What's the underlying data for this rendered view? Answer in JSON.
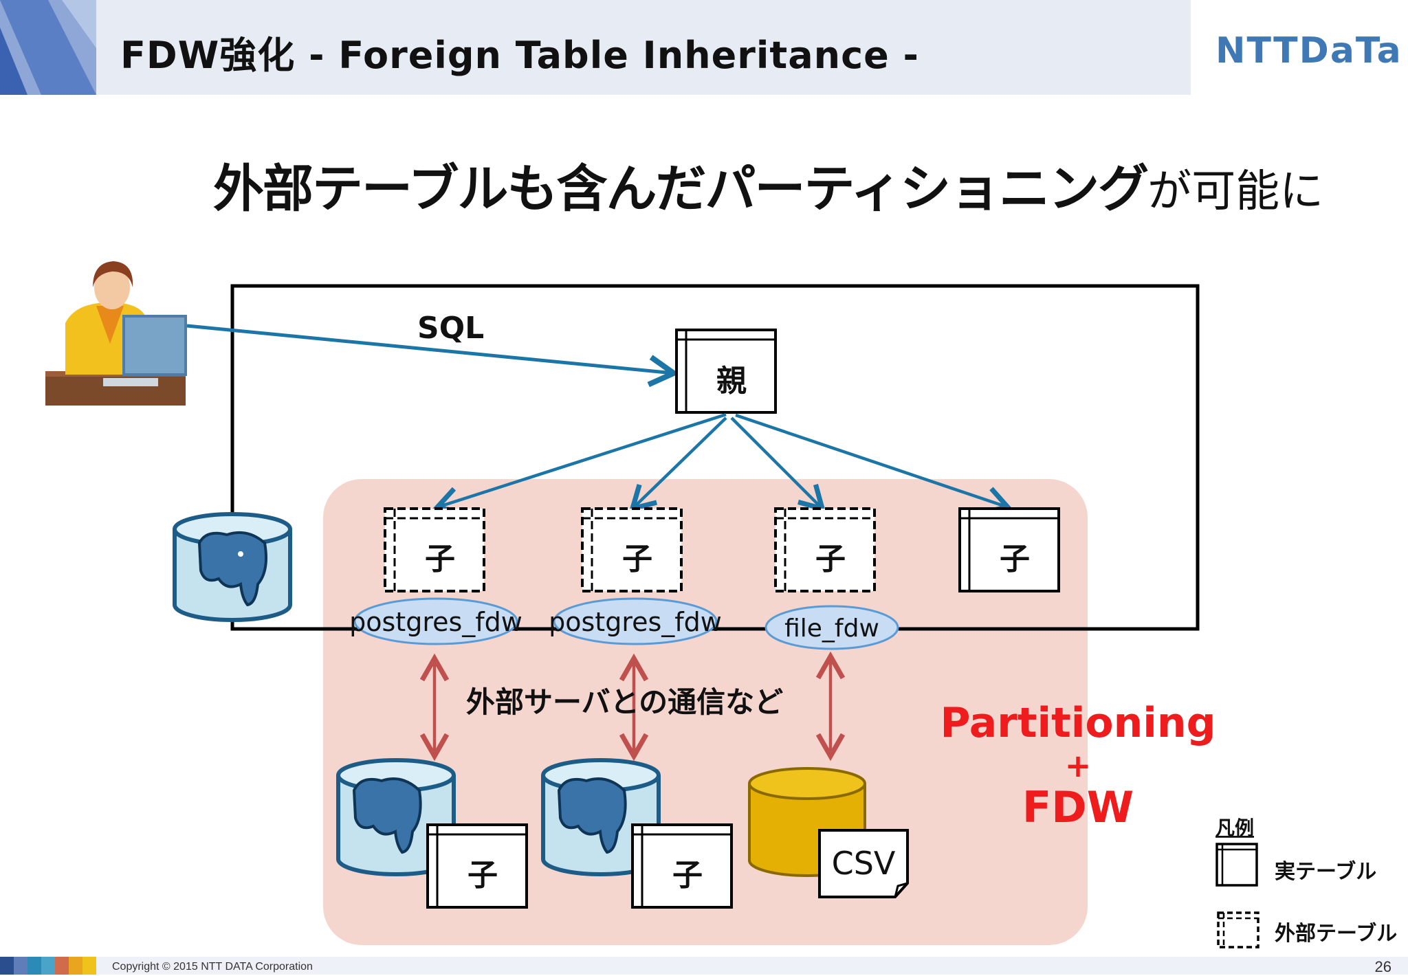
{
  "header": {
    "title": "FDW強化 - Foreign Table Inheritance -",
    "logo": "NTTDaTa"
  },
  "headline": {
    "bold_part": "外部テーブルも含んだパーティショニング",
    "normal_part": "が可能に"
  },
  "diagram": {
    "sql_label": "SQL",
    "parent_label": "親",
    "child_label": "子",
    "fdw_labels": [
      "postgres_fdw",
      "postgres_fdw",
      "file_fdw"
    ],
    "comm_label": "外部サーバとの通信など",
    "csv_label": "CSV",
    "partitioning_line1": "Partitioning",
    "partitioning_plus": "+",
    "partitioning_line2": "FDW"
  },
  "legend": {
    "title": "凡例",
    "real_table": "実テーブル",
    "foreign_table": "外部テーブル"
  },
  "footer": {
    "copyright": "Copyright © 2015 NTT DATA Corporation",
    "page": "26"
  },
  "colors": {
    "accent": "#1b75a6",
    "comm_arrow": "#c0504d",
    "partitioning": "#ee1c1c",
    "region": "#f5d6cf",
    "db_fill": "#c4e3ef",
    "db_stroke": "#1c5c86",
    "csv_db": "#e3b003",
    "header_bg": "#e7ebf4",
    "logo": "#3e78b5"
  }
}
